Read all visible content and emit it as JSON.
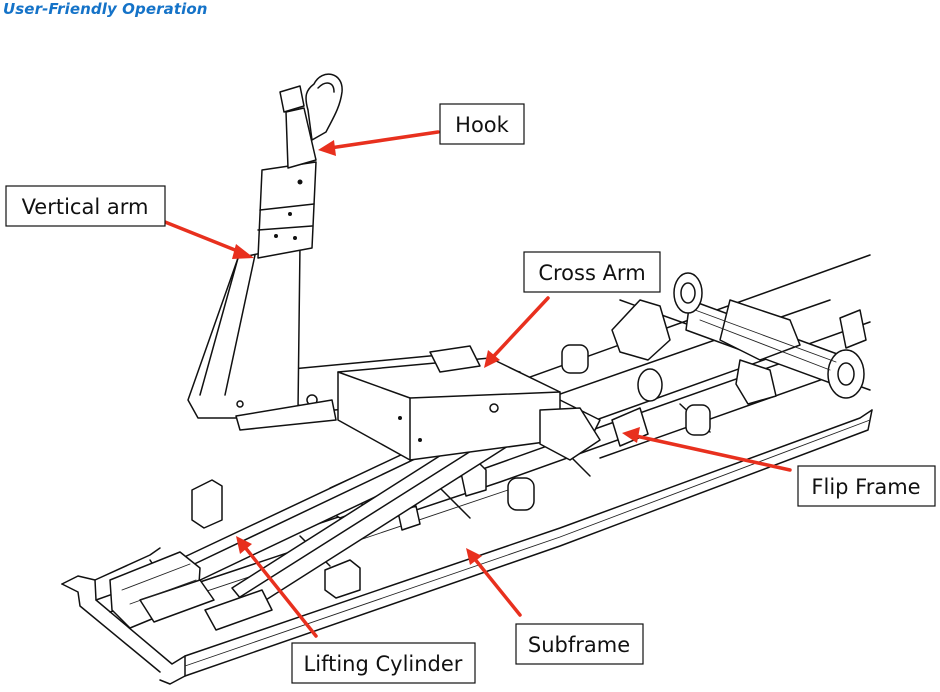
{
  "title": "User-Friendly Operation",
  "labels": {
    "hook": "Hook",
    "vertical_arm": "Vertical arm",
    "cross_arm": "Cross Arm",
    "flip_frame": "Flip Frame",
    "subframe": "Subframe",
    "lifting_cylinder": "Lifting Cylinder"
  },
  "colors": {
    "title": "#1573c8",
    "arrow": "#e8301e",
    "line": "#111111"
  }
}
